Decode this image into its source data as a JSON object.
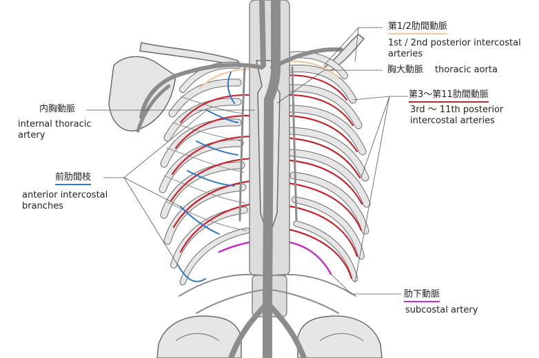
{
  "labels": {
    "first_second": {
      "ja": "第1/2肋間動脈",
      "en1": "1st / 2nd posterior intercostal",
      "en2": "arteries",
      "color": "#f0c9a0"
    },
    "thoracic_aorta": {
      "ja": "胸大動脈",
      "en": "thoracic aorta"
    },
    "third_eleventh": {
      "ja": "第3～第11肋間動脈",
      "en1": "3rd ～ 11th posterior",
      "en2": "intercostal arteries",
      "color": "#c8222a"
    },
    "internal_thoracic": {
      "ja": "内胸動脈",
      "en1": "internal thoracic",
      "en2": "artery"
    },
    "anterior_branches": {
      "ja": "前肋間枝",
      "en1": "anterior intercostal",
      "en2": "branches",
      "color": "#2f79c8"
    },
    "subcostal": {
      "ja": "肋下動脈",
      "en": "subcostal artery",
      "color": "#c82ac8"
    }
  },
  "colors": {
    "bone_fill": "#e6e6e6",
    "bone_stroke": "#6a6a6a",
    "vessel": "#8c8c8c",
    "posterior_artery": "#c8222a",
    "upper_artery": "#f0c9a0",
    "anterior_branch": "#2f79c8",
    "subcostal_artery": "#c82ac8"
  }
}
